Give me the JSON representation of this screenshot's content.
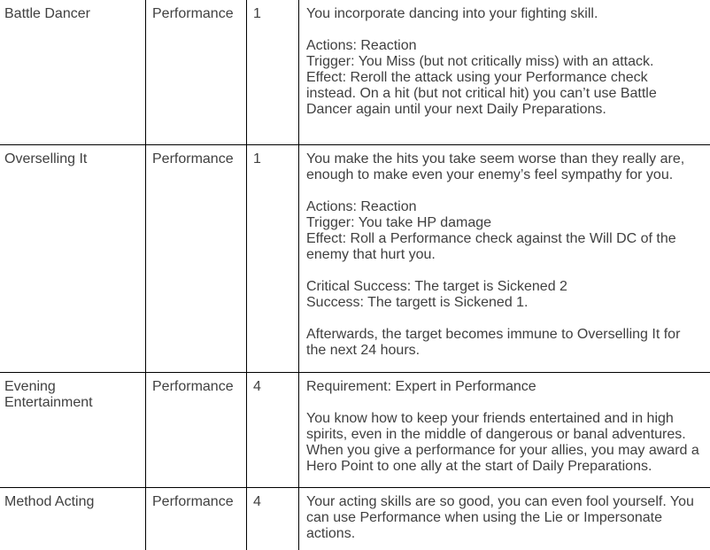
{
  "page": {
    "background_color": "#ffffff",
    "text_color": "#404040",
    "border_color": "#000000"
  },
  "table": {
    "column_keys": [
      "name",
      "skill",
      "level",
      "description"
    ],
    "rows": [
      {
        "name": "Battle Dancer",
        "skill": "Performance",
        "level": "1",
        "description": "You incorporate dancing into your fighting skill.\n\nActions: Reaction\nTrigger: You Miss (but not critically miss) with an attack.\nEffect: Reroll the attack using your Performance check instead. On a hit (but not critical hit) you can’t use Battle Dancer again until your next Daily Preparations."
      },
      {
        "name": "Overselling It",
        "skill": "Performance",
        "level": "1",
        "description": "You make the hits you take seem worse than they really are, enough to make even your enemy’s feel sympathy for you.\n\nActions: Reaction\nTrigger: You take HP damage\nEffect: Roll a Performance check against the Will DC of the enemy that hurt you.\n\nCritical Success: The target is Sickened 2\nSuccess: The targett is Sickened 1.\n\nAfterwards, the target becomes immune to Overselling It for the next 24 hours."
      },
      {
        "name": "Evening Entertainment",
        "skill": "Performance",
        "level": "4",
        "description": "Requirement: Expert in Performance\n\nYou know how to keep your friends entertained and in high spirits, even in the middle of dangerous or banal adventures. When you give a performance for your allies, you may award a Hero Point to one ally at the start of Daily Preparations."
      },
      {
        "name": "Method Acting",
        "skill": "Performance",
        "level": "4",
        "description": "Your acting skills are so good, you can even fool yourself. You can use Performance when using the Lie or Impersonate actions."
      }
    ]
  }
}
